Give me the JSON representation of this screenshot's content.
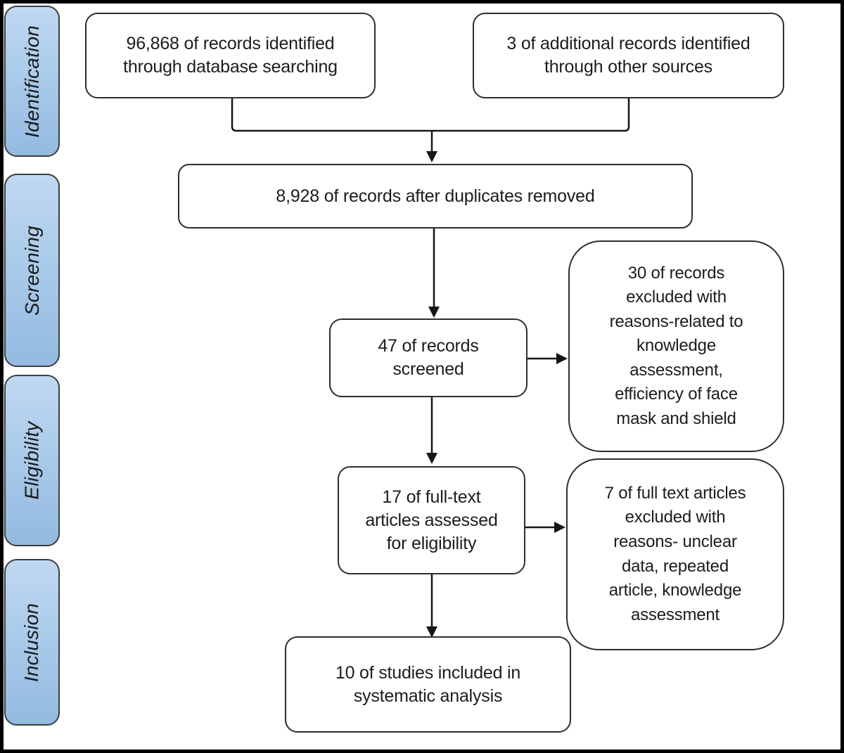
{
  "diagram": {
    "type": "prisma-flow",
    "stages": [
      {
        "label": "Identification"
      },
      {
        "label": "Screening"
      },
      {
        "label": "Eligibility"
      },
      {
        "label": "Inclusion"
      }
    ],
    "boxes": {
      "database": {
        "text": "96,868 of records identified\nthrough database searching"
      },
      "other_sources": {
        "text": "3 of additional records identified\nthrough other sources"
      },
      "after_duplicates": {
        "text": "8,928 of records after duplicates removed"
      },
      "screened": {
        "text": "47 of records\nscreened"
      },
      "excluded_screening": {
        "text": "30 of records\nexcluded with\nreasons-related to\nknowledge\nassessment,\nefficiency of face\nmask and shield"
      },
      "fulltext_assessed": {
        "text": "17 of full-text\narticles assessed\nfor eligibility"
      },
      "excluded_fulltext": {
        "text": "7 of full text articles\nexcluded with\nreasons- unclear\ndata, repeated\narticle, knowledge\nassessment"
      },
      "included": {
        "text": "10 of studies included in\nsystematic analysis"
      }
    },
    "colors": {
      "stage_fill_top": "#c0d8f1",
      "stage_fill_bottom": "#94bae1",
      "stage_border": "#3d3d3d",
      "box_border": "#2e2e2e",
      "arrow": "#151515",
      "frame": "#000000"
    }
  }
}
